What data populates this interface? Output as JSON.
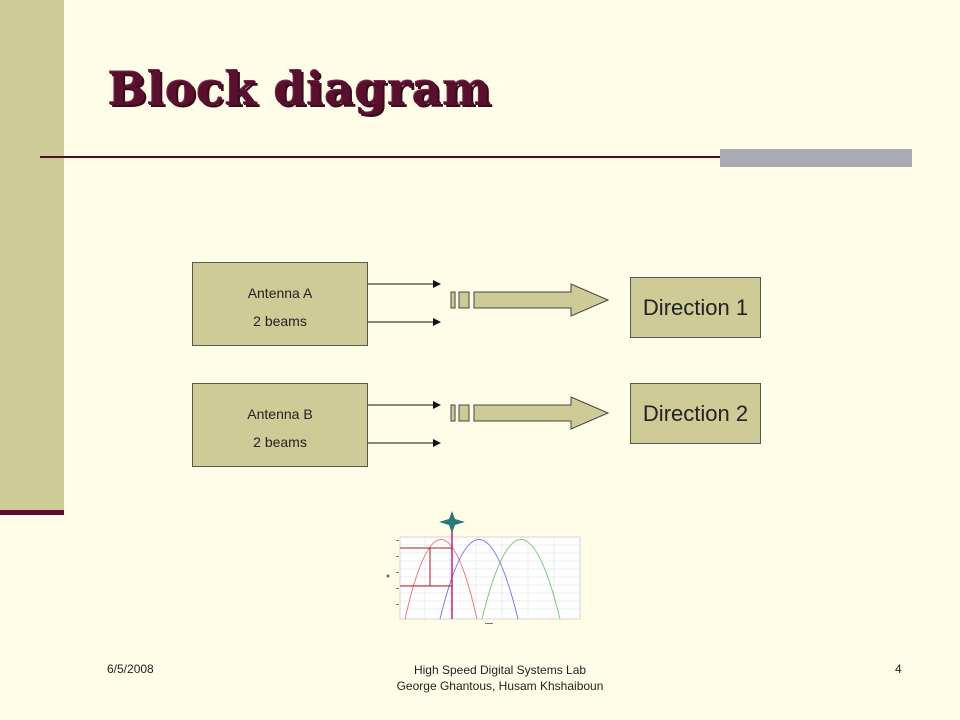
{
  "slide": {
    "title": "Block diagram"
  },
  "diagram": {
    "antenna_a": {
      "name": "Antenna A",
      "beams": "2 beams"
    },
    "antenna_b": {
      "name": "Antenna B",
      "beams": "2 beams"
    },
    "direction_1": "Direction 1",
    "direction_2": "Direction 2"
  },
  "footer": {
    "date": "6/5/2008",
    "lab": "High Speed Digital Systems Lab",
    "authors": "George Ghantous, Husam Khshaiboun",
    "page": "4"
  },
  "colors": {
    "background": "#fffde7",
    "block_fill": "#cfcb96",
    "title": "#58102e"
  }
}
